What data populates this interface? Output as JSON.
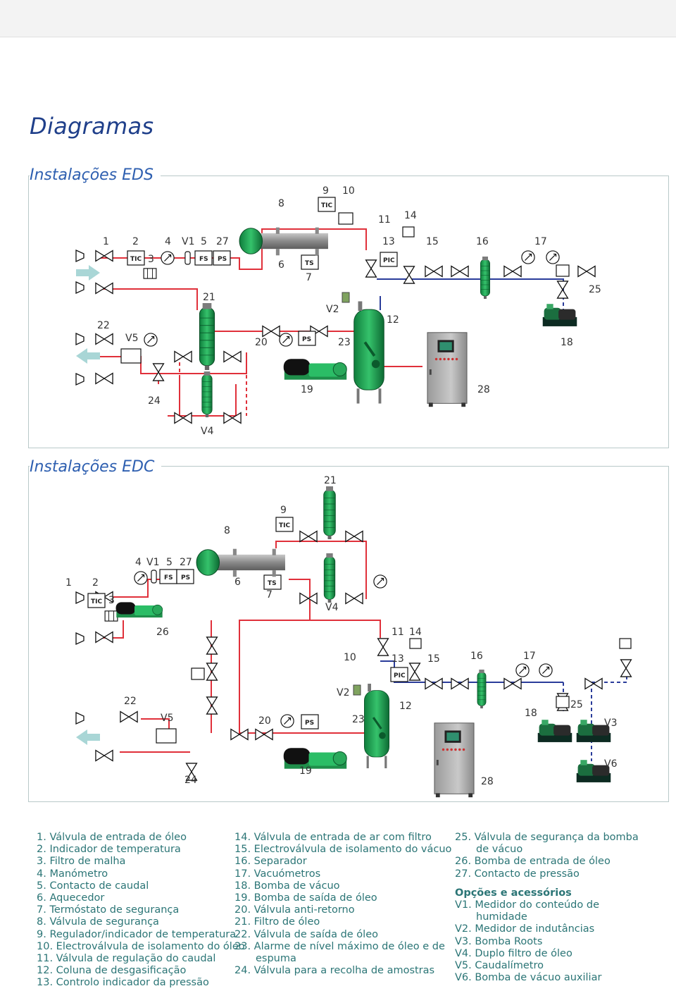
{
  "title": "Diagramas",
  "sections": {
    "eds": "Instalações EDS",
    "edc": "Instalações EDC"
  },
  "tags": {
    "tic": "TIC",
    "fs": "FS",
    "ps": "PS",
    "ts": "TS",
    "pic": "PIC"
  },
  "eds_labels": {
    "l1": "1",
    "l2": "2",
    "l3": "3",
    "l4": "4",
    "v1": "V1",
    "l5": "5",
    "l27": "27",
    "l8": "8",
    "l6": "6",
    "l7": "7",
    "l9": "9",
    "l10": "10",
    "l11": "11",
    "l13": "13",
    "l14": "14",
    "l15": "15",
    "l16": "16",
    "l17": "17",
    "l25": "25",
    "l21": "21",
    "v2": "V2",
    "l12": "12",
    "l22": "22",
    "v5": "V5",
    "l20": "20",
    "l23": "23",
    "l18": "18",
    "l19": "19",
    "l28": "28",
    "l24": "24",
    "v4": "V4"
  },
  "edc_labels": {
    "l21": "21",
    "l9": "9",
    "l8": "8",
    "l4": "4",
    "v1": "V1",
    "l5": "5",
    "l27": "27",
    "l1": "1",
    "l2": "2",
    "l3": "3",
    "l6": "6",
    "l7": "7",
    "v4": "V4",
    "l26": "26",
    "l11": "11",
    "l14": "14",
    "l10": "10",
    "l13": "13",
    "l15": "15",
    "l16": "16",
    "l17": "17",
    "l22": "22",
    "v5": "V5",
    "l20": "20",
    "v2": "V2",
    "l23": "23",
    "l12": "12",
    "l18": "18",
    "l25": "25",
    "v3": "V3",
    "l24": "24",
    "l19": "19",
    "l28": "28",
    "v6": "V6"
  },
  "legend": {
    "col1": [
      "1. Válvula de entrada de óleo",
      "2. Indicador de temperatura",
      "3. Filtro de malha",
      "4. Manómetro",
      "5. Contacto de caudal",
      "6. Aquecedor",
      "7. Termóstato de segurança",
      "8. Válvula de segurança",
      "9. Regulador/indicador de temperatura",
      "10. Electroválvula de isolamento do óleo",
      "11. Válvula de regulação do caudal",
      "12. Coluna de desgasificação",
      "13. Controlo indicador da pressão"
    ],
    "col2": [
      "14. Válvula de entrada de ar com filtro",
      "15. Electroválvula de isolamento do vácuo",
      "16. Separador",
      "17. Vacuómetros",
      "18. Bomba de vácuo",
      "19. Bomba de saída de óleo",
      "20. Válvula anti-retorno",
      "21. Filtro de óleo",
      "22. Válvula de saída de óleo",
      "23. Alarme de nível máximo de óleo e de",
      "espuma",
      "24. Válvula para a recolha de amostras"
    ],
    "col3": [
      "25. Válvula de segurança da bomba",
      "de vácuo",
      "26. Bomba de entrada de óleo",
      "27. Contacto de pressão"
    ],
    "options_title": "Opções e acessórios",
    "options": [
      "V1. Medidor do conteúdo de",
      "humidade",
      "V2. Medidor de indutâncias",
      "V3. Bomba Roots",
      "V4. Duplo filtro de óleo",
      "V5. Caudalímetro",
      "V6. Bomba de vácuo auxiliar"
    ]
  }
}
